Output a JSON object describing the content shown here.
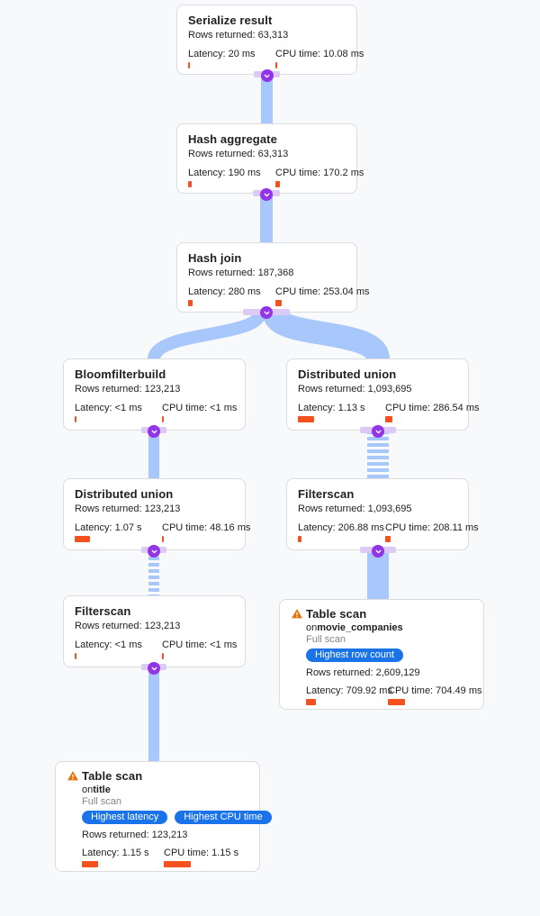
{
  "labels": {
    "rows": "Rows returned:",
    "latency": "Latency:",
    "cpu": "CPU time:",
    "on": "on"
  },
  "colors": {
    "background": "#f8f9fa",
    "card_border": "#dadce0",
    "edge_blue": "#a8c7fa",
    "connector_purple": "#9334e6",
    "metric_bar_orange": "#f4511e",
    "badge_blue": "#1a73e8",
    "warning_orange": "#e8710a"
  },
  "icons": {
    "connector": "chevron-down-icon",
    "warning": "warning-triangle-icon"
  },
  "nodes": [
    {
      "id": "serialize-result",
      "title": "Serialize result",
      "rows": "63,313",
      "latency": "20 ms",
      "cpu": "10.08 ms",
      "latency_bar": 2,
      "cpu_bar": 2
    },
    {
      "id": "hash-aggregate",
      "title": "Hash aggregate",
      "rows": "63,313",
      "latency": "190 ms",
      "cpu": "170.2 ms",
      "latency_bar": 4,
      "cpu_bar": 5
    },
    {
      "id": "hash-join",
      "title": "Hash join",
      "rows": "187,368",
      "latency": "280 ms",
      "cpu": "253.04 ms",
      "latency_bar": 5,
      "cpu_bar": 7
    },
    {
      "id": "bloomfilterbuild",
      "title": "Bloomfilterbuild",
      "rows": "123,213",
      "latency": "<1 ms",
      "cpu": "<1 ms",
      "latency_bar": 2,
      "cpu_bar": 2
    },
    {
      "id": "distributed-union-right",
      "title": "Distributed union",
      "rows": "1,093,695",
      "latency": "1.13 s",
      "cpu": "286.54 ms",
      "latency_bar": 18,
      "cpu_bar": 8
    },
    {
      "id": "distributed-union-left",
      "title": "Distributed union",
      "rows": "123,213",
      "latency": "1.07 s",
      "cpu": "48.16 ms",
      "latency_bar": 17,
      "cpu_bar": 2
    },
    {
      "id": "filterscan-right",
      "title": "Filterscan",
      "rows": "1,093,695",
      "latency": "206.88 ms",
      "cpu": "208.11 ms",
      "latency_bar": 4,
      "cpu_bar": 6
    },
    {
      "id": "filterscan-left",
      "title": "Filterscan",
      "rows": "123,213",
      "latency": "<1 ms",
      "cpu": "<1 ms",
      "latency_bar": 2,
      "cpu_bar": 2
    },
    {
      "id": "table-scan-movie-companies",
      "title": "Table scan",
      "table": "movie_companies",
      "scan": "Full scan",
      "badges": [
        "Highest row count"
      ],
      "rows": "2,609,129",
      "latency": "709.92 ms",
      "cpu": "704.49 ms",
      "latency_bar": 11,
      "cpu_bar": 19
    },
    {
      "id": "table-scan-title",
      "title": "Table scan",
      "table": "title",
      "scan": "Full scan",
      "badges": [
        "Highest latency",
        "Highest CPU time"
      ],
      "rows": "123,213",
      "latency": "1.15 s",
      "cpu": "1.15 s",
      "latency_bar": 18,
      "cpu_bar": 30
    }
  ]
}
